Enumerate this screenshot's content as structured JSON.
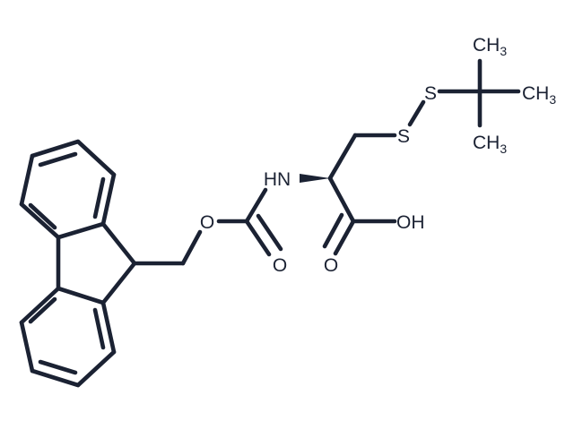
{
  "atoms": {
    "hn": "HN",
    "o_ether": "O",
    "o_carbamate": "O",
    "o_acid": "O",
    "oh": "OH",
    "s1": "S",
    "s2": "S",
    "ch3_top": {
      "main": "CH",
      "sub": "3"
    },
    "ch3_right": {
      "main": "CH",
      "sub": "3"
    },
    "ch3_bottom": {
      "main": "CH",
      "sub": "3"
    }
  },
  "colors": {
    "ink": "#1b2233",
    "background": "#ffffff"
  }
}
